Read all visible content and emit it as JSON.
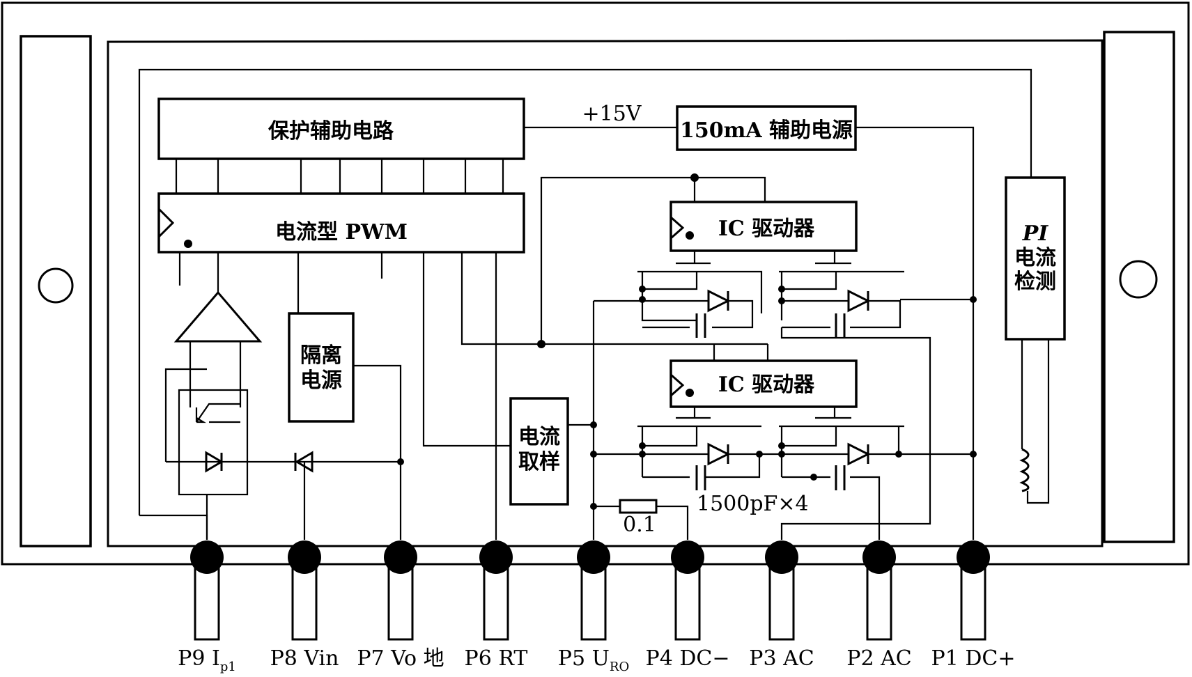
{
  "blocks": {
    "protection": "保护辅助电路",
    "aux_supply": "150mA 辅助电源",
    "pwm": "电流型 PWM",
    "ic_driver_top": "IC 驱动器",
    "ic_driver_bottom": "IC 驱动器",
    "isolated_supply_l1": "隔离",
    "isolated_supply_l2": "电源",
    "current_sample_l1": "电流",
    "current_sample_l2": "取样",
    "pi_l1": "PI",
    "pi_l2": "电流",
    "pi_l3": "检测"
  },
  "labels": {
    "v15": "+15V",
    "resistor": "0.1",
    "capacitor": "1500pF×4"
  },
  "pins": [
    {
      "name": "P9 I",
      "sub": "p1"
    },
    {
      "name": "P8 Vin",
      "sub": ""
    },
    {
      "name": "P7 Vo 地",
      "sub": ""
    },
    {
      "name": "P6 RT",
      "sub": ""
    },
    {
      "name": "P5 U",
      "sub": "RO"
    },
    {
      "name": "P4 DC−",
      "sub": ""
    },
    {
      "name": "P3 AC",
      "sub": ""
    },
    {
      "name": "P2 AC",
      "sub": ""
    },
    {
      "name": "P1 DC+",
      "sub": ""
    }
  ]
}
